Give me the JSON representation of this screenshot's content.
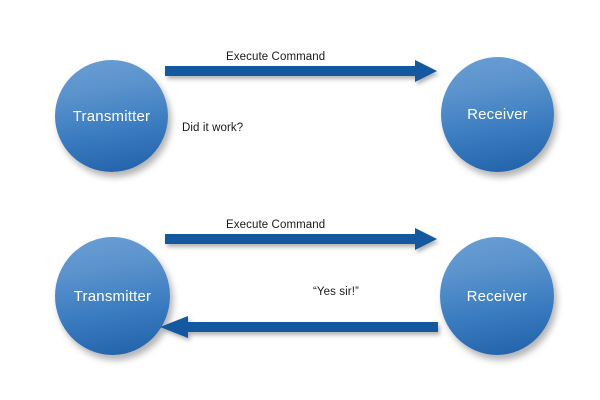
{
  "diagram": {
    "background_color": "#ffffff",
    "node_fill_top": "#6b9fd4",
    "node_fill_bottom": "#205fa8",
    "node_text_color": "#ffffff",
    "arrow_color": "#14599f",
    "label_text_color": "#1a1a1a",
    "panels": [
      {
        "id": "panel-top",
        "nodes": [
          {
            "id": "transmitter-top",
            "label": "Transmitter"
          },
          {
            "id": "receiver-top",
            "label": "Receiver"
          }
        ],
        "arrows": [
          {
            "id": "arrow-top-forward",
            "direction": "right",
            "label": "Execute Command"
          }
        ],
        "notes": [
          {
            "id": "note-did-it-work",
            "text": "Did it work?"
          }
        ]
      },
      {
        "id": "panel-bottom",
        "nodes": [
          {
            "id": "transmitter-bottom",
            "label": "Transmitter"
          },
          {
            "id": "receiver-bottom",
            "label": "Receiver"
          }
        ],
        "arrows": [
          {
            "id": "arrow-bottom-forward",
            "direction": "right",
            "label": "Execute Command"
          },
          {
            "id": "arrow-bottom-return",
            "direction": "left",
            "label": "“Yes sir!”"
          }
        ],
        "notes": []
      }
    ]
  }
}
